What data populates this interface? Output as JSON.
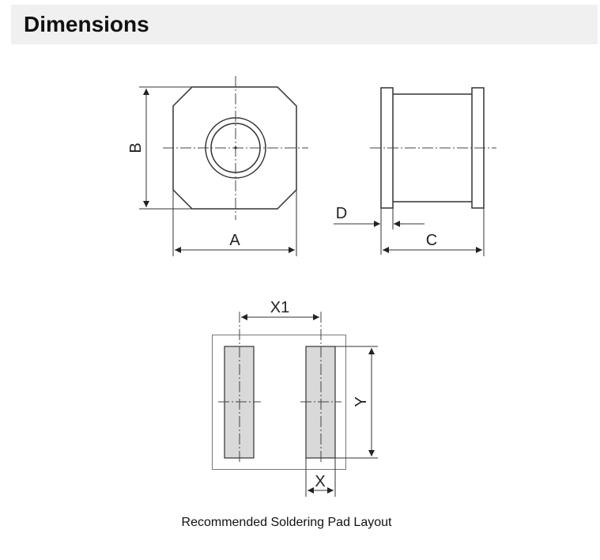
{
  "header": {
    "title": "Dimensions"
  },
  "labels": {
    "A": "A",
    "B": "B",
    "C": "C",
    "D": "D",
    "X1": "X1",
    "X": "X",
    "Y": "Y"
  },
  "caption": "Recommended Soldering Pad Layout",
  "colors": {
    "pad_fill": "#d9d9d9",
    "header_bg": "#f0f0f0"
  }
}
